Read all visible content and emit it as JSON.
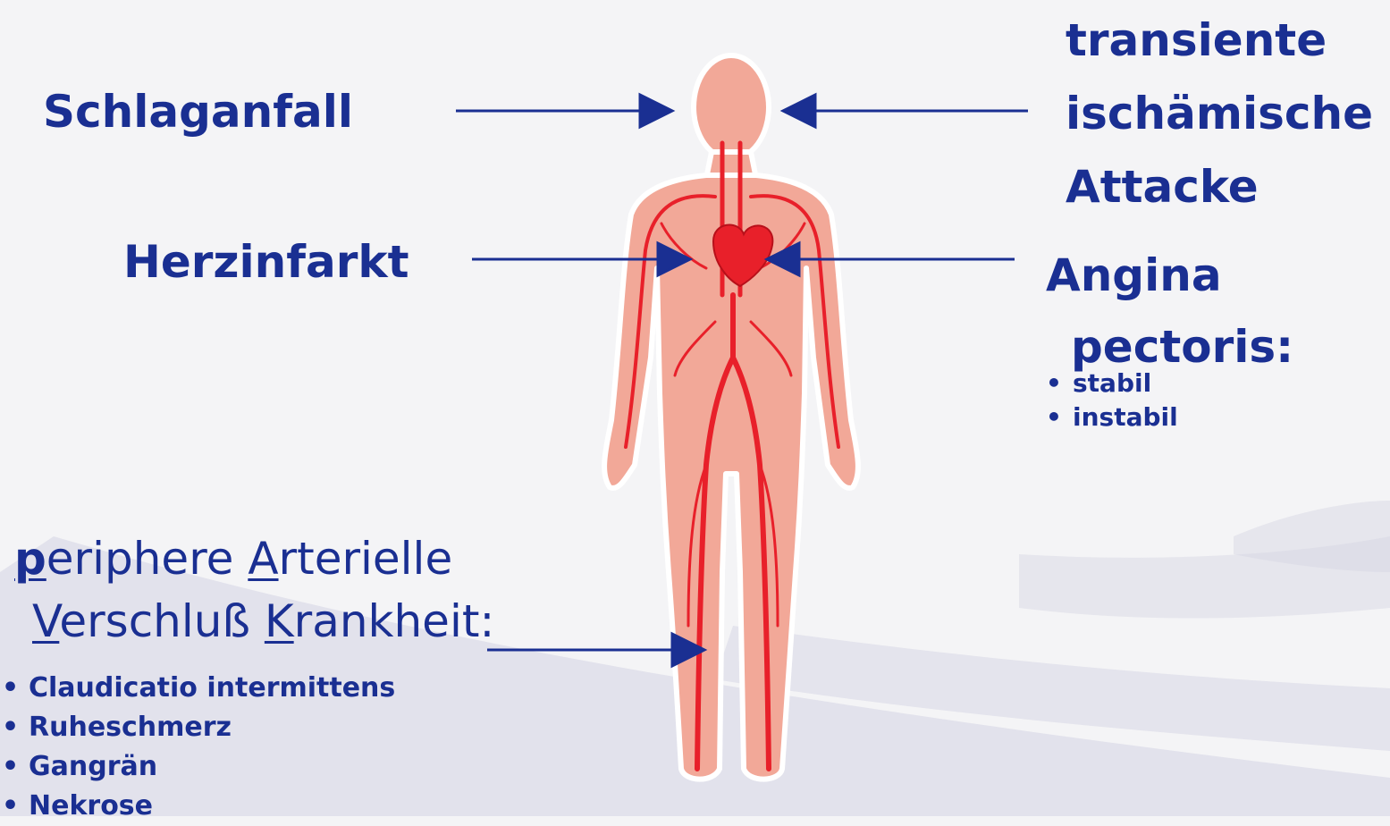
{
  "colors": {
    "text": "#1a2f92",
    "body_fill": "#f2a898",
    "body_outline": "#ffffff",
    "vessels": "#e8202a",
    "arrows": "#1a2f92",
    "background": "#f4f4f6",
    "swoosh": "#d4d4e3"
  },
  "labels": {
    "stroke": "Schlaganfall",
    "heart_attack": "Herzinfarkt",
    "tia_line1": "transiente",
    "tia_line2": "ischämische",
    "tia_line3": "Attacke",
    "angina_line1": "Angina",
    "angina_line2": "pectoris:",
    "angina_items": [
      "stabil",
      "instabil"
    ],
    "pavk": {
      "w1_initial": "p",
      "w1_rest": "eriphere ",
      "w2_initial": "A",
      "w2_rest": "rterielle",
      "w3_initial": "V",
      "w3_rest": "erschluß ",
      "w4_initial": "K",
      "w4_rest": "rankheit:"
    },
    "pavk_items": [
      "Claudicatio intermittens",
      "Ruheschmerz",
      "Gangrän",
      "Nekrose"
    ]
  },
  "icons": [
    "human-body-illustration",
    "heart-icon",
    "arrow-right-icon",
    "arrow-left-icon"
  ]
}
